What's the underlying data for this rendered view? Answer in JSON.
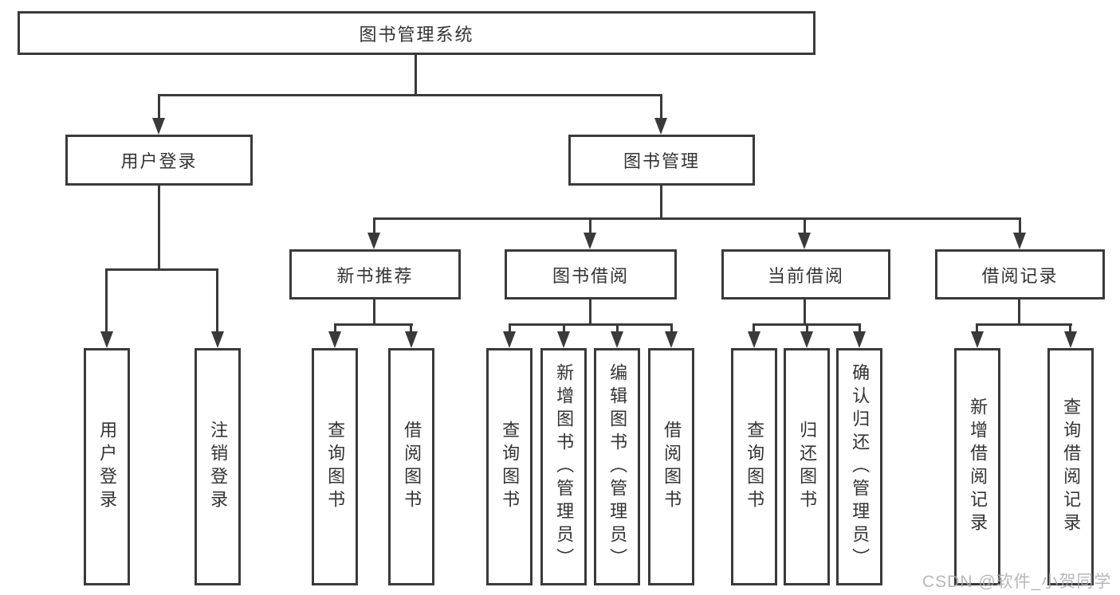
{
  "diagram": {
    "colors": {
      "background": "#ffffff",
      "line": "#3a3a3a",
      "text": "#333333",
      "watermark": "#a9abae"
    },
    "tree": {
      "label": "图书管理系统",
      "children": [
        {
          "label": "用户登录",
          "children": [
            {
              "label": "用户登录"
            },
            {
              "label": "注销登录"
            }
          ]
        },
        {
          "label": "图书管理",
          "children": [
            {
              "label": "新书推荐",
              "children": [
                {
                  "label": "查询图书"
                },
                {
                  "label": "借阅图书"
                }
              ]
            },
            {
              "label": "图书借阅",
              "children": [
                {
                  "label": "查询图书"
                },
                {
                  "label": "新增图书（管理员）"
                },
                {
                  "label": "编辑图书（管理员）"
                },
                {
                  "label": "借阅图书"
                }
              ]
            },
            {
              "label": "当前借阅",
              "children": [
                {
                  "label": "查询图书"
                },
                {
                  "label": "归还图书"
                },
                {
                  "label": "确认归还（管理员）"
                }
              ]
            },
            {
              "label": "借阅记录",
              "children": [
                {
                  "label": "新增借阅记录"
                },
                {
                  "label": "查询借阅记录"
                }
              ]
            }
          ]
        }
      ]
    },
    "watermark": {
      "text": "CSDN @软件_小贺同学"
    }
  }
}
